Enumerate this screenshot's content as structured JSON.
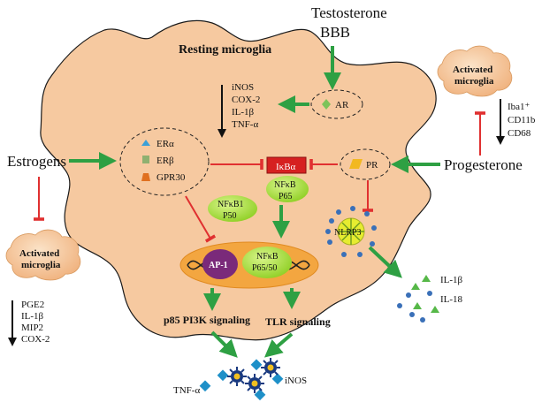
{
  "inputs": {
    "testosterone": "Testosterone",
    "bbb": "BBB",
    "estrogens": "Estrogens",
    "progesterone": "Progesterone"
  },
  "cell": {
    "title": "Resting microglia"
  },
  "receptors": {
    "ar": "AR",
    "pr": "PR",
    "er_alpha": "ERα",
    "er_beta": "ERβ",
    "gpr30": "GPR30"
  },
  "ar_downregulated": [
    "iNOS",
    "COX-2",
    "IL-1β",
    "TNF-α"
  ],
  "nodes": {
    "ikba": "IκBα",
    "nfkb_p65_top": "NFκB",
    "nfkb_p65_bottom": "P65",
    "nfkb1_top": "NFκB1",
    "nfkb1_bottom": "P50",
    "ap1": "AP-1",
    "nfkb_dimer_top": "NFκB",
    "nfkb_dimer_bottom": "P65/50",
    "nlrp3": "NLRP3"
  },
  "signaling": {
    "pi3k": "p85 PI3K signaling",
    "tlr": "TLR signaling"
  },
  "outputs": {
    "tnf": "TNF-α",
    "inos": "iNOS",
    "il1b": "IL-1β",
    "il18": "IL-18"
  },
  "activated_left": {
    "label_top": "Activated",
    "label_bottom": "microglia",
    "markers": [
      "PGE2",
      "IL-1β",
      "MIP2",
      "COX-2"
    ]
  },
  "activated_right": {
    "label_top": "Activated",
    "label_bottom": "microglia",
    "markers": [
      "Iba1⁺",
      "CD11b",
      "CD68"
    ]
  },
  "colors": {
    "cell_fill": "#f6c9a0",
    "green_arrow": "#2ea043",
    "red_inhibit": "#e03030",
    "ikba_box": "#d62020",
    "nfkb_green": "#a6dd3a",
    "ap1_purple": "#7a2a7a",
    "dna_orange": "#f3a640"
  }
}
